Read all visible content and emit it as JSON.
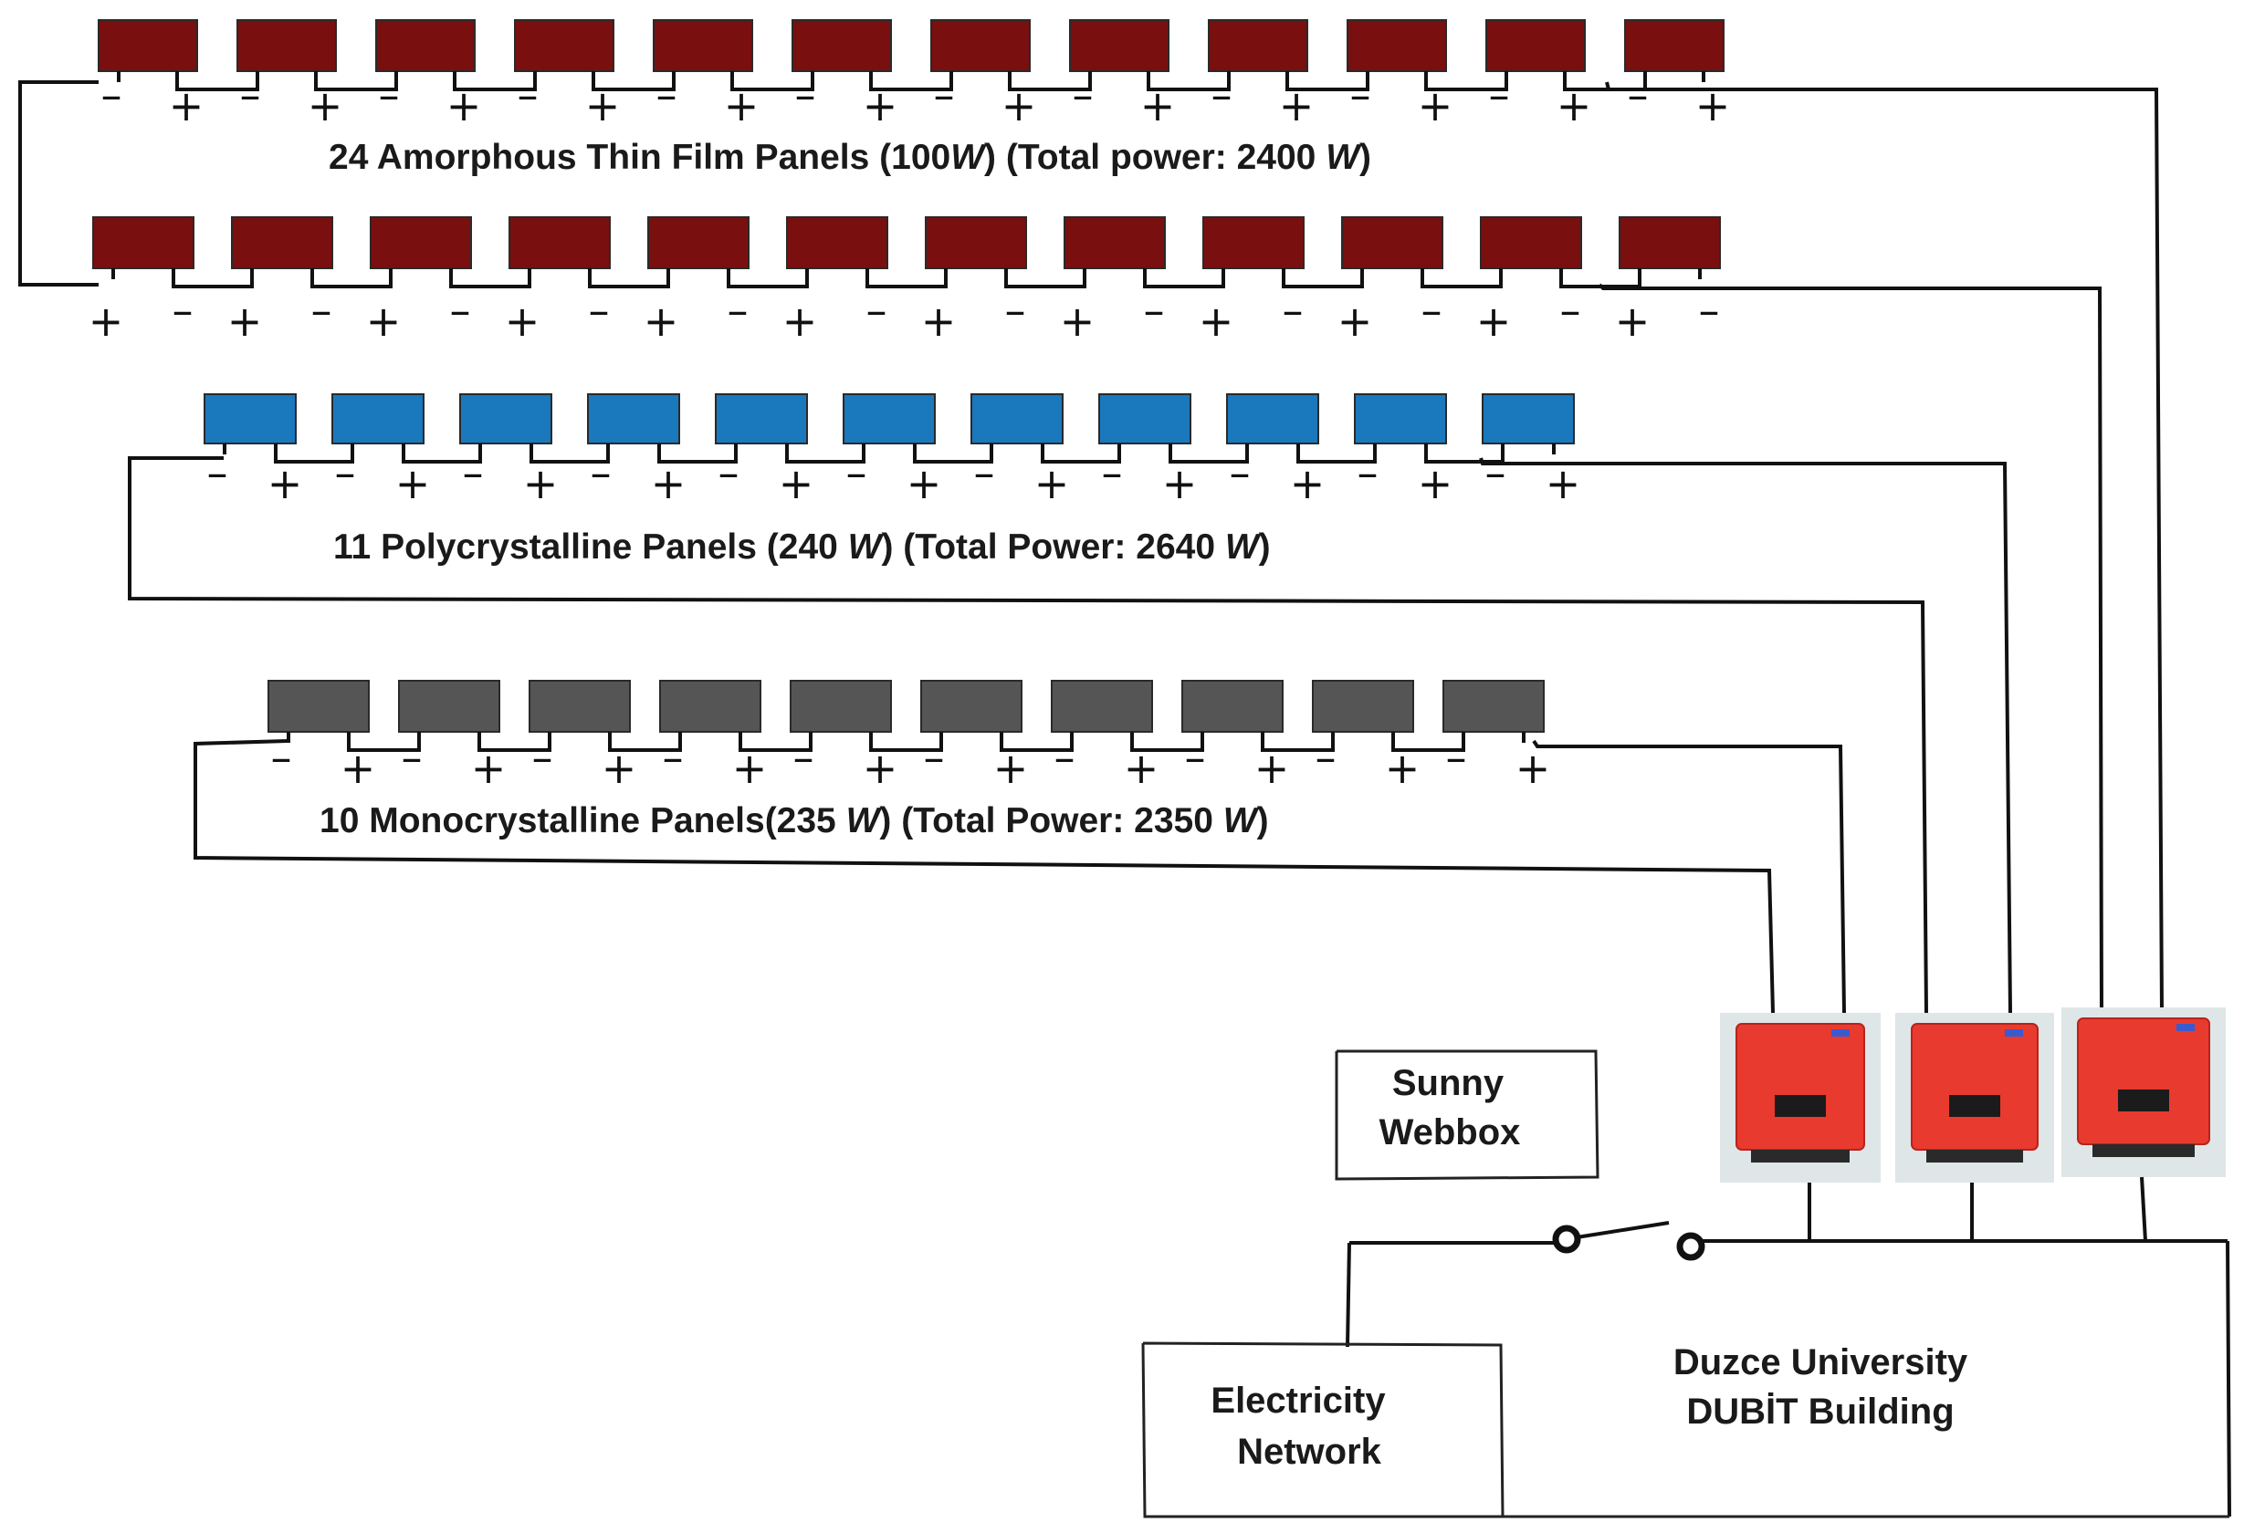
{
  "strings": [
    {
      "id": "amorphous",
      "label_pre": "24 Amorphous Thin Film Panels (100",
      "label_unit1": "W",
      "label_mid": ") (Total power: 2400 ",
      "label_unit2": "W",
      "label_post": ")",
      "panel_count_drawn": 12,
      "color": "#7a0f0f"
    },
    {
      "id": "amorphous-2",
      "panel_count_drawn": 12,
      "color": "#7a0f0f"
    },
    {
      "id": "polycrystalline",
      "label_pre": "11 Polycrystalline Panels (240 ",
      "label_unit1": "W",
      "label_mid": ") (Total Power: 2640 ",
      "label_unit2": "W",
      "label_post": ")",
      "panel_count_drawn": 11,
      "color": "#1a78bd"
    },
    {
      "id": "monocrystalline",
      "label_pre": "10 Monocrystalline  Panels(235 ",
      "label_unit1": "W",
      "label_mid": ") (Total Power: 2350 ",
      "label_unit2": "W",
      "label_post": ")",
      "panel_count_drawn": 10,
      "color": "#555555"
    }
  ],
  "polarity": {
    "plus": "+",
    "minus": "–"
  },
  "webbox": {
    "line1": "Sunny",
    "line2": "Webbox"
  },
  "grid": {
    "line1": "Electricity",
    "line2": "Network"
  },
  "building": {
    "line1": "Duzce University",
    "line2": "DUBİT Building"
  },
  "inverter_color": "#e83a2e",
  "inverter_count": 3
}
